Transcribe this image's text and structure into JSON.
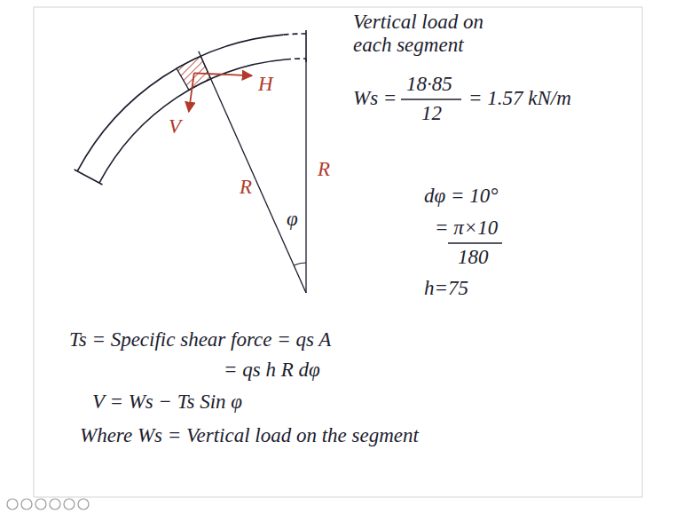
{
  "diagram": {
    "labels": [
      "Vertical load on each segment",
      "Ws =",
      "18·85",
      "12",
      "= 1.57 kN/m",
      "H",
      "V",
      "R",
      "R",
      "φ",
      "dφ = 10°",
      "= π×10",
      "180",
      "h=75",
      "Ts = Specific shear force = qs A",
      "= qs h R dφ",
      "V = Ws − Ts Sin φ",
      "Where Ws = Vertical load on the segment"
    ]
  }
}
